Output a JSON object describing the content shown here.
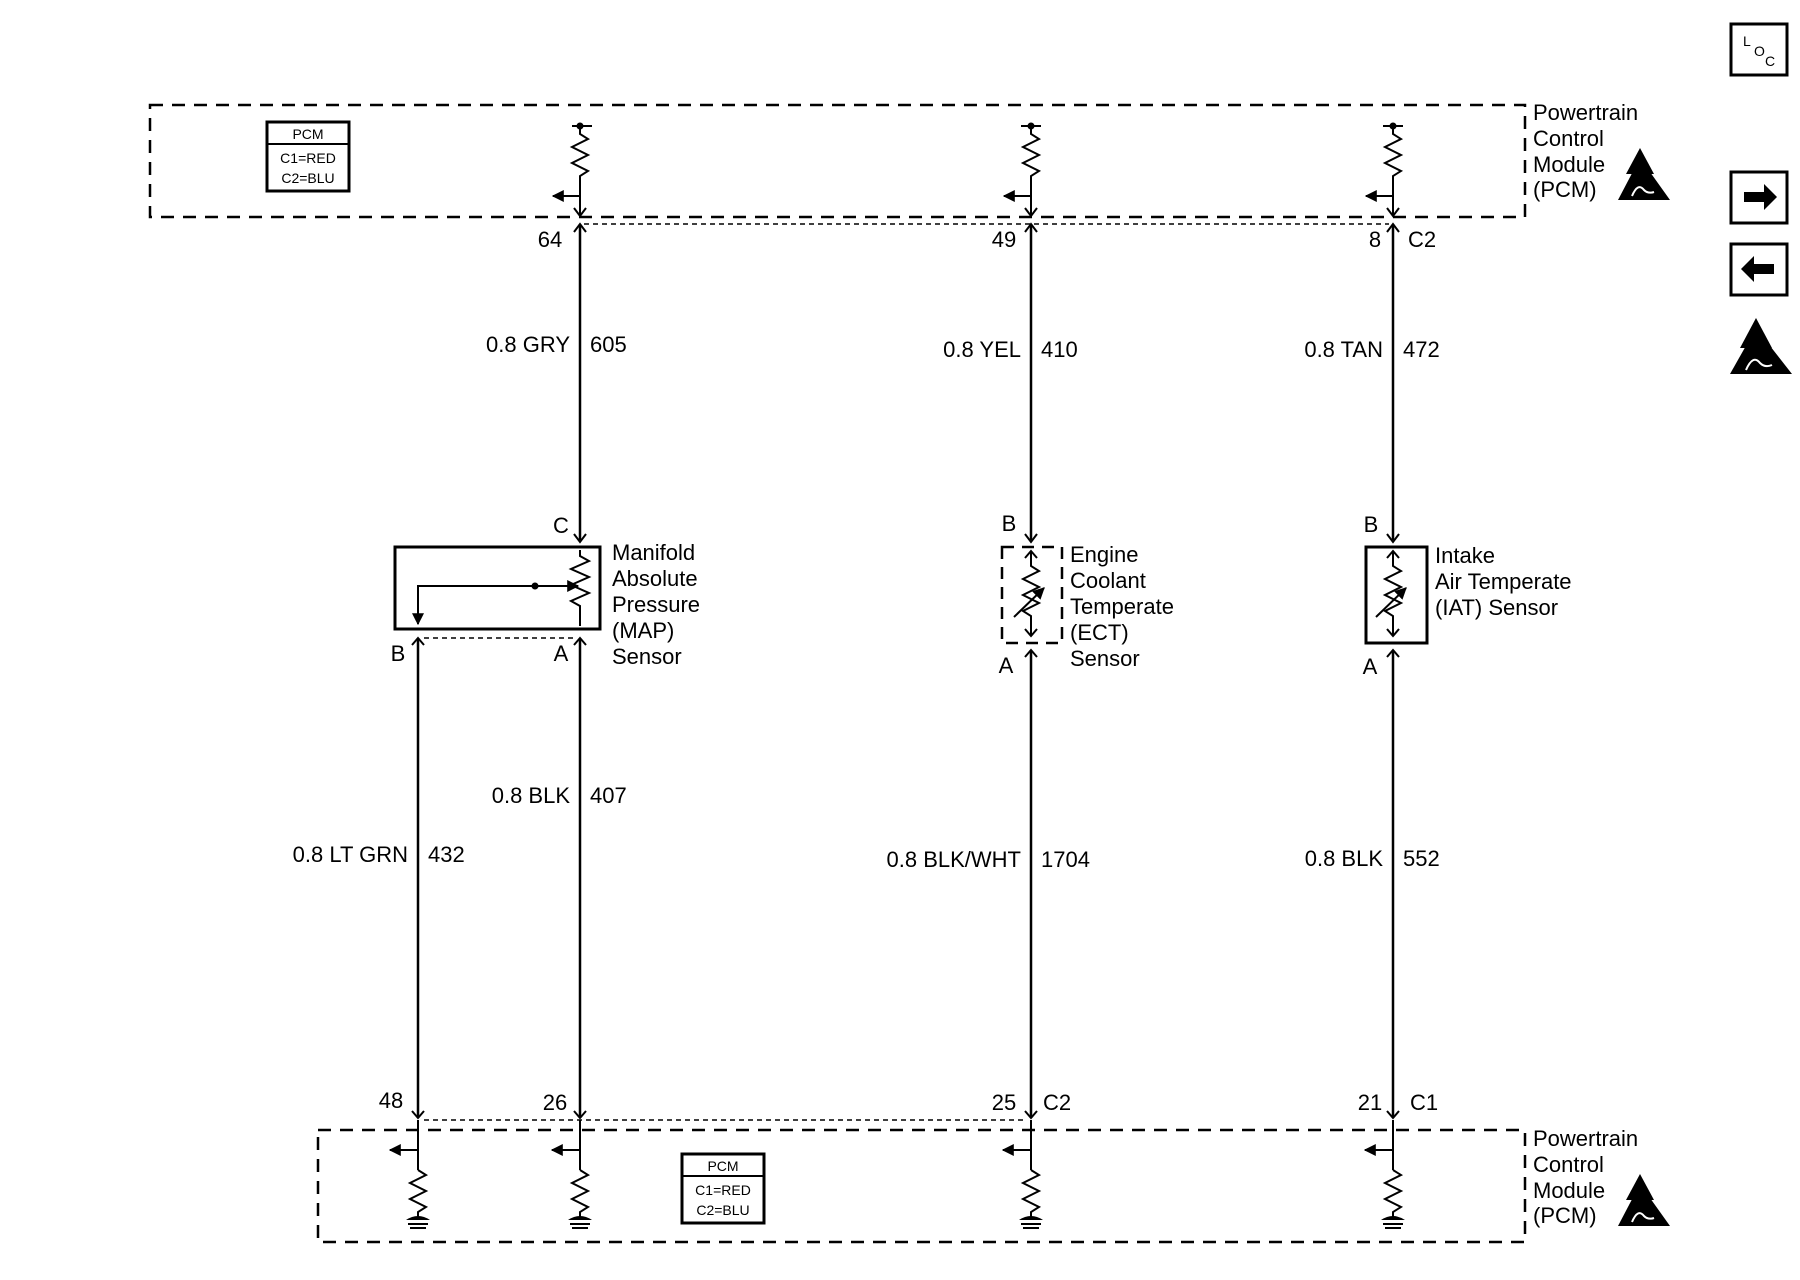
{
  "pcm": {
    "label_lines": [
      "Powertrain",
      "Control",
      "Module",
      "(PCM)"
    ],
    "legend_title": "PCM",
    "legend_c1": "C1=RED",
    "legend_c2": "C2=BLU"
  },
  "nav": {
    "loc_l": "L",
    "loc_o": "O",
    "loc_c": "C",
    "forward_icon": "right-arrow-icon",
    "back_icon": "left-arrow-icon",
    "esd_icon": "esd-warning-icon"
  },
  "circuits": {
    "map_signal": {
      "pin": "64",
      "wire": "0.8 GRY",
      "circuit": "605",
      "sensor_pin": "C"
    },
    "ect_signal": {
      "pin": "49",
      "wire": "0.8 YEL",
      "circuit": "410",
      "sensor_pin": "B"
    },
    "iat_signal": {
      "pin": "8",
      "connector": "C2",
      "wire": "0.8 TAN",
      "circuit": "472",
      "sensor_pin": "B"
    },
    "map_ref": {
      "pin": "48",
      "wire": "0.8 LT GRN",
      "circuit": "432",
      "sensor_pin": "B"
    },
    "map_low": {
      "pin": "26",
      "wire": "0.8 BLK",
      "circuit": "407",
      "sensor_pin": "A"
    },
    "ect_low": {
      "pin": "25",
      "connector": "C2",
      "wire": "0.8 BLK/WHT",
      "circuit": "1704",
      "sensor_pin": "A"
    },
    "iat_low": {
      "pin": "21",
      "connector": "C1",
      "wire": "0.8 BLK",
      "circuit": "552",
      "sensor_pin": "A"
    }
  },
  "sensors": {
    "map": [
      "Manifold",
      "Absolute",
      "Pressure",
      "(MAP)",
      "Sensor"
    ],
    "ect": [
      "Engine",
      "Coolant",
      "Temperate",
      "(ECT)",
      "Sensor"
    ],
    "iat": [
      "Intake",
      "Air Temperate",
      "(IAT) Sensor"
    ]
  }
}
